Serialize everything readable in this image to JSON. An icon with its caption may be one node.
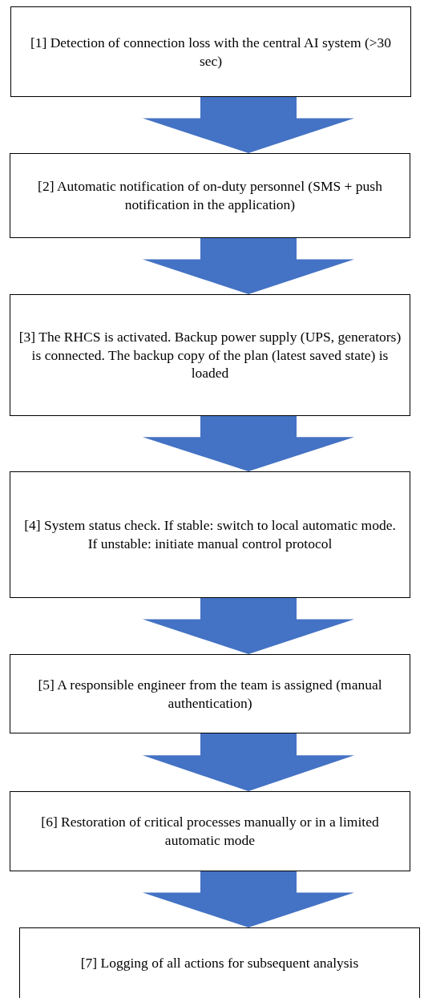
{
  "diagram": {
    "nodes": [
      {
        "text": [
          "[1] Detection of connection loss with the central AI system (>30 sec)"
        ]
      },
      {
        "text": [
          "[2] Automatic notification of on-duty personnel (SMS + push notification in the application)"
        ]
      },
      {
        "text": [
          "[3] The RHCS is activated. Backup power supply (UPS, generators) is connected. The backup copy of the plan (latest saved state) is loaded"
        ]
      },
      {
        "text": [
          "[4] System status check. If stable: switch to local automatic mode. If unstable: initiate manual control protocol"
        ]
      },
      {
        "text": [
          "[5] A responsible engineer from the team is assigned (manual authentication)"
        ]
      },
      {
        "text": [
          "[6] Restoration of critical processes manually or in a limited automatic mode"
        ]
      },
      {
        "text": [
          "[7] Logging of all actions for subsequent analysis"
        ]
      }
    ],
    "edges": [
      {
        "from": 0,
        "to": 1,
        "arrow": "to"
      },
      {
        "from": 1,
        "to": 2,
        "arrow": "to"
      },
      {
        "from": 2,
        "to": 3,
        "arrow": "to"
      },
      {
        "from": 3,
        "to": 4,
        "arrow": "to"
      },
      {
        "from": 4,
        "to": 5,
        "arrow": "to"
      },
      {
        "from": 5,
        "to": 6,
        "arrow": "to"
      }
    ]
  }
}
